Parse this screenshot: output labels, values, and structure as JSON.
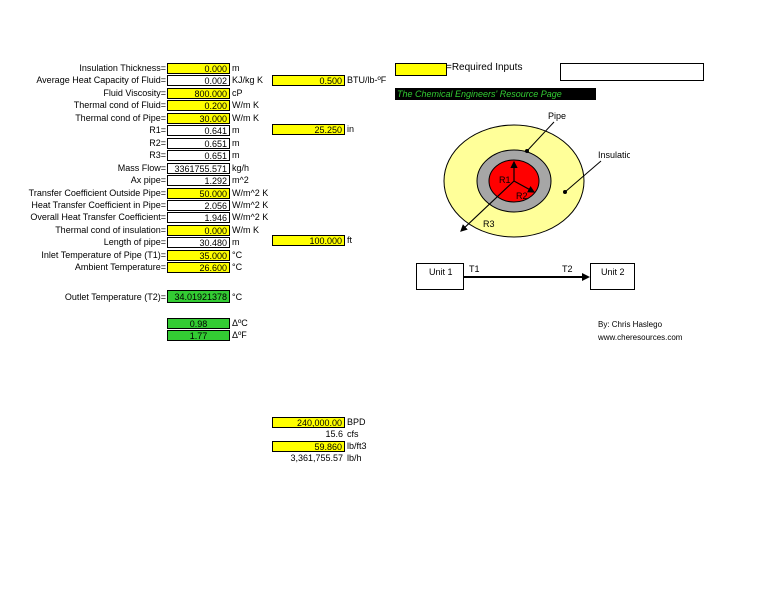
{
  "legend": {
    "required_inputs": "=Required Inputs"
  },
  "banner": "The Chemical Engineers' Resource Page",
  "rows": [
    {
      "label": "Insulation Thickness=",
      "value": "0.000",
      "unit": "m",
      "style": "yellow"
    },
    {
      "label": "Average Heat Capacity of Fluid=",
      "value": "0.002",
      "unit": "KJ/kg K",
      "style": "white"
    },
    {
      "label": "Fluid Viscosity=",
      "value": "800.000",
      "unit": "cP",
      "style": "yellow"
    },
    {
      "label": "Thermal cond of Fluid=",
      "value": "0.200",
      "unit": "W/m K",
      "style": "yellow"
    },
    {
      "label": "Thermal cond of Pipe=",
      "value": "30.000",
      "unit": "W/m K",
      "style": "yellow"
    },
    {
      "label": "R1=",
      "value": "0.641",
      "unit": "m",
      "style": "white"
    },
    {
      "label": "R2=",
      "value": "0.651",
      "unit": "m",
      "style": "white"
    },
    {
      "label": "R3=",
      "value": "0.651",
      "unit": "m",
      "style": "white"
    },
    {
      "label": "Mass Flow=",
      "value": "3361755.571",
      "unit": "kg/h",
      "style": "white"
    },
    {
      "label": "Ax pipe=",
      "value": "1.292",
      "unit": "m^2",
      "style": "white"
    },
    {
      "label": "Transfer Coefficient Outside Pipe=",
      "value": "50.000",
      "unit": "W/m^2 K",
      "style": "yellow"
    },
    {
      "label": "Heat Transfer Coefficient in Pipe=",
      "value": "2.056",
      "unit": "W/m^2 K",
      "style": "white"
    },
    {
      "label": "Overall Heat Transfer Coefficient=",
      "value": "1.946",
      "unit": "W/m^2 K",
      "style": "white"
    },
    {
      "label": "Thermal cond of insulation=",
      "value": "0.000",
      "unit": "W/m K",
      "style": "yellow"
    },
    {
      "label": "Length of pipe=",
      "value": "30.480",
      "unit": "m",
      "style": "white"
    },
    {
      "label": "Inlet Temperature of Pipe (T1)=",
      "value": "35.000",
      "unit": "°C",
      "style": "yellow"
    },
    {
      "label": "Ambient Temperature=",
      "value": "26.600",
      "unit": "°C",
      "style": "yellow"
    }
  ],
  "side_inputs": [
    {
      "value": "0.500",
      "unit": "BTU/lb-ºF"
    },
    {
      "value": "25.250",
      "unit": "in"
    },
    {
      "value": "100.000",
      "unit": "ft"
    }
  ],
  "outlet": {
    "label": "Outlet Temperature (T2)=",
    "value": "34.01921378",
    "unit": "°C"
  },
  "deltas": [
    {
      "value": "0.98",
      "unit": "ΔºC"
    },
    {
      "value": "1.77",
      "unit": "ΔºF"
    }
  ],
  "flow": [
    {
      "value": "240,000.00",
      "unit": "BPD",
      "style": "yellow"
    },
    {
      "value": "15.6",
      "unit": "cfs",
      "style": "none"
    },
    {
      "value": "59.860",
      "unit": "lb/ft3",
      "style": "yellow"
    },
    {
      "value": "3,361,755.57",
      "unit": "lb/h",
      "style": "none"
    }
  ],
  "diagram": {
    "pipe": "Pipe",
    "insulation": "Insulation",
    "r1": "R1",
    "r2": "R2",
    "r3": "R3",
    "unit1": "Unit 1",
    "unit2": "Unit 2",
    "t1": "T1",
    "t2": "T2"
  },
  "credits": {
    "author": "By: Chris Haslego",
    "site": "www.cheresources.com"
  },
  "colors": {
    "input": "#ffff00",
    "output": "#33cc33",
    "inner_pipe": "#ff0000",
    "pipe_wall": "#a6a6a6",
    "insulation": "#ffff99"
  }
}
